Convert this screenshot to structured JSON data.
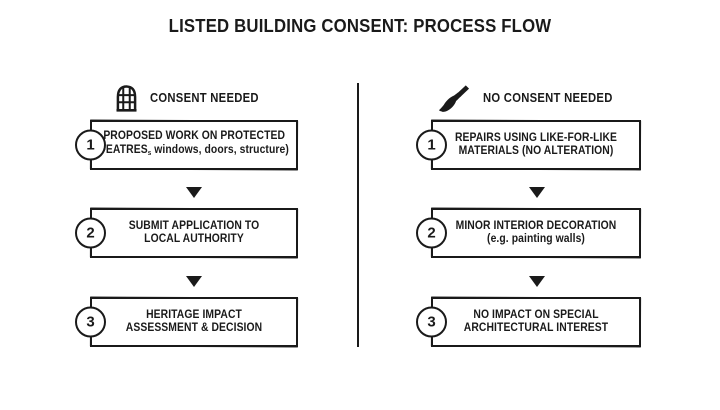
{
  "title": "LISTED BUILDING CONSENT: PROCESS FLOW",
  "colors": {
    "ink": "#1a1a1a",
    "paper": "#ffffff"
  },
  "left_column": {
    "icon": "arched-window-icon",
    "header": "CONSENT NEEDED",
    "steps": [
      {
        "number": "1",
        "line1": "PROPOSED WORK ON PROTECTED",
        "line2_pre": "FEATRES",
        "line2_sub": "s",
        "line2_post": " windows, doors, structure)"
      },
      {
        "number": "2",
        "line1": "SUBMIT APPLICATION TO",
        "line2": "LOCAL AUTHORITY"
      },
      {
        "number": "3",
        "line1": "HERITAGE IMPACT",
        "line2": "ASSESSMENT & DECISION"
      }
    ]
  },
  "right_column": {
    "icon": "paintbrush-icon",
    "header": "NO CONSENT NEEDED",
    "steps": [
      {
        "number": "1",
        "line1": "REPAIRS USING LIKE-FOR-LIKE",
        "line2": "MATERIALS (NO ALTERATION)"
      },
      {
        "number": "2",
        "line1": "MINOR INTERIOR DECORATION",
        "line2": "(e.g. painting walls)"
      },
      {
        "number": "3",
        "line1": "NO IMPACT ON SPECIAL",
        "line2": "ARCHITECTURAL INTEREST"
      }
    ]
  }
}
